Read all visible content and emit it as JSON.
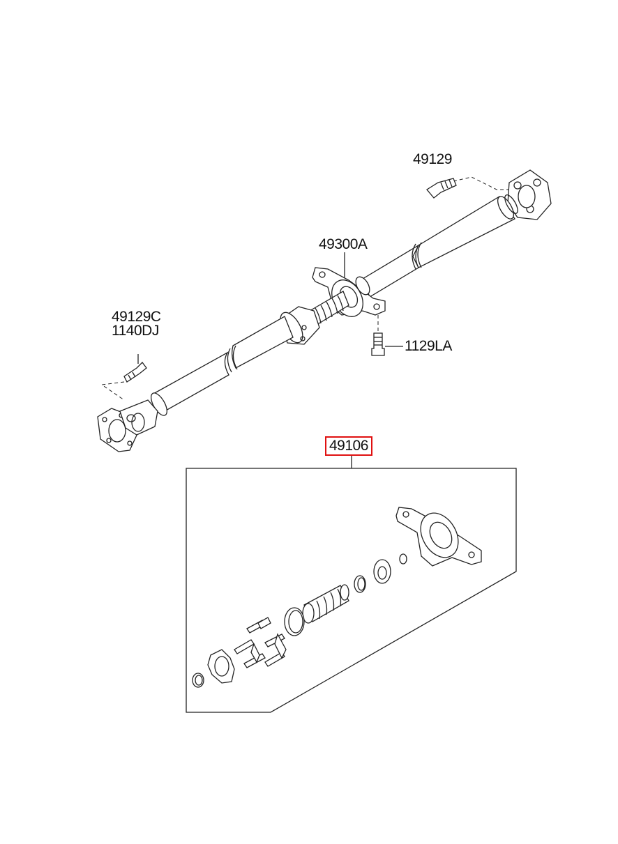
{
  "labels": {
    "bolt_rear": "49129",
    "center_bearing": "49300A",
    "bolt_front_a": "49129C",
    "bolt_front_b": "1140DJ",
    "bearing_bolt": "1129LA",
    "kit": "49106"
  },
  "colors": {
    "line": "#222222",
    "highlight": "#e01010"
  }
}
